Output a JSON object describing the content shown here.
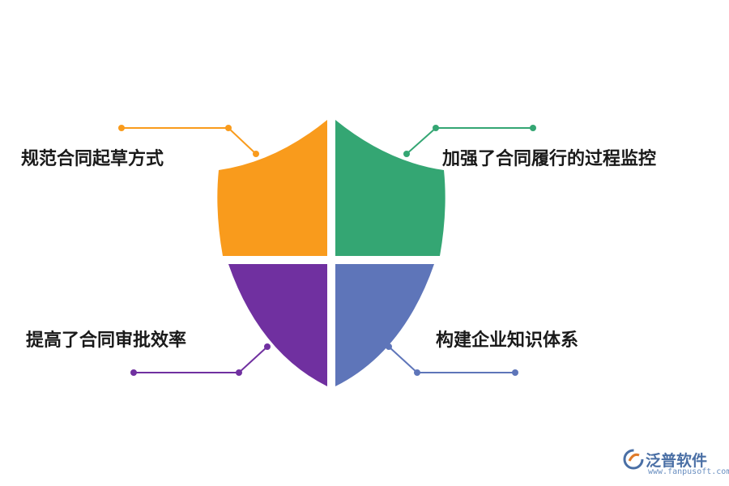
{
  "colors": {
    "top_left": "#F99B1C",
    "top_right": "#34A673",
    "bottom_left": "#7030A0",
    "bottom_right": "#5E75B9",
    "logo": "#4a6fa5"
  },
  "labels": {
    "top_left": "规范合同起草方式",
    "top_right": "加强了合同履行的过程监控",
    "bottom_left": "提高了合同审批效率",
    "bottom_right": "构建企业知识体系"
  },
  "logo": {
    "text": "泛普软件",
    "url": "www.fanpusoft.com",
    "icon": "fanpu-logo-icon"
  }
}
